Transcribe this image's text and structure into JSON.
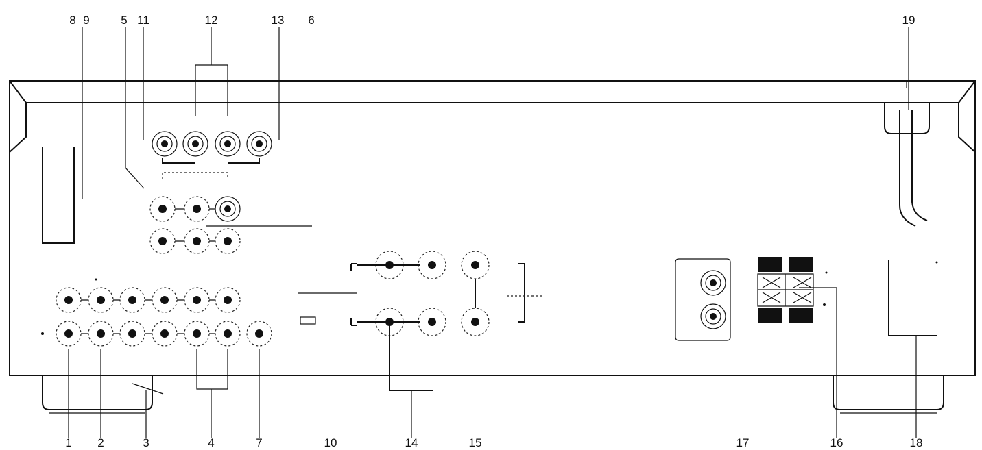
{
  "callouts": {
    "top": [
      "8",
      "9",
      "5",
      "11",
      "12",
      "13",
      "6",
      "19"
    ],
    "bottom": [
      "1",
      "2",
      "3",
      "4",
      "7",
      "10",
      "14",
      "15",
      "17",
      "16",
      "18"
    ]
  }
}
